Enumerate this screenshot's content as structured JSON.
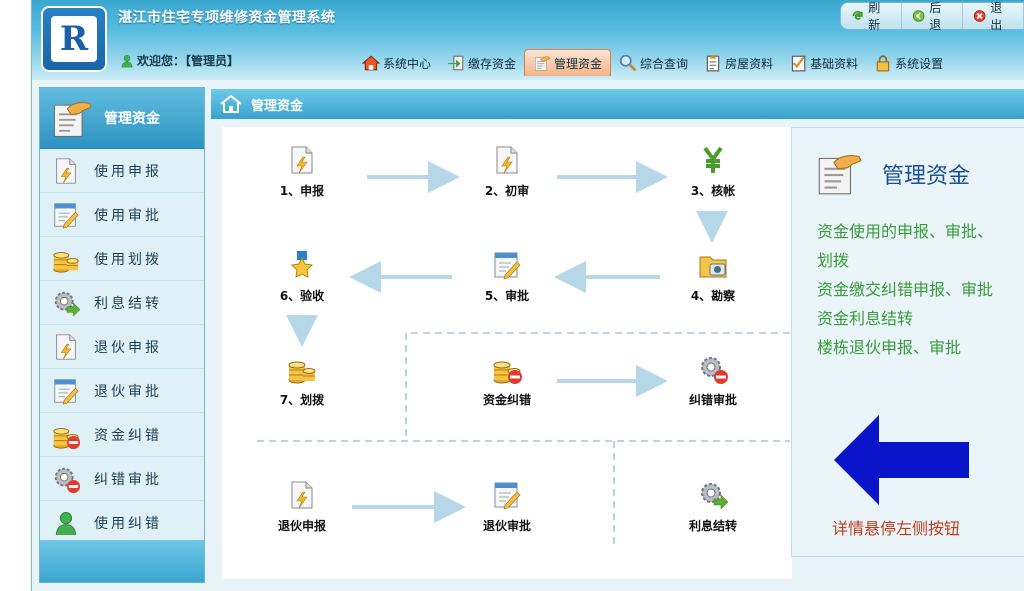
{
  "header": {
    "title": "湛江市住宅专项维修资金管理系统",
    "welcome": "欢迎您：【管理员】",
    "toolbar": [
      "刷新",
      "后退",
      "退出"
    ],
    "nav": [
      "系统中心",
      "缴存资金",
      "管理资金",
      "综合查询",
      "房屋资料",
      "基础资料",
      "系统设置"
    ],
    "nav_active_index": 2
  },
  "sidebar": {
    "title": "管理资金",
    "items": [
      "使用申报",
      "使用审批",
      "使用划拨",
      "利息结转",
      "退伙申报",
      "退伙审批",
      "资金纠错",
      "纠错审批",
      "使用纠错"
    ]
  },
  "main": {
    "title": "管理资金",
    "flow_steps": [
      "1、申报",
      "2、初审",
      "3、核帐",
      "4、勘察",
      "5、审批",
      "6、验收",
      "7、划拨"
    ],
    "correction": [
      "资金纠错",
      "纠错审批"
    ],
    "withdraw": [
      "退伙申报",
      "退伙审批"
    ],
    "interest": "利息结转"
  },
  "info": {
    "title": "管理资金",
    "lines": [
      "资金使用的申报、审批、",
      "划拨",
      "资金缴交纠错申报、审批",
      "资金利息结转",
      "楼栋退伙申报、审批"
    ],
    "hint": "详情悬停左侧按钮"
  },
  "colors": {
    "accent": "#2d93c2",
    "info_title": "#1c4fa0",
    "info_text": "#3b9a3b",
    "hint": "#c53a1a",
    "arrow": "#0a14c8"
  }
}
